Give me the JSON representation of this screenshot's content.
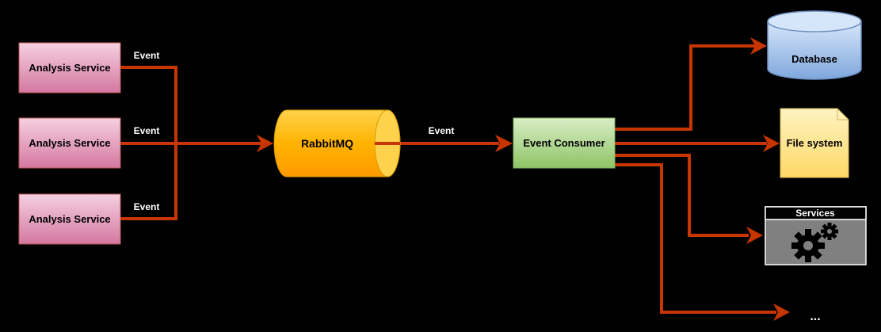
{
  "producers": [
    {
      "label": "Analysis Service",
      "edge_label": "Event"
    },
    {
      "label": "Analysis Service",
      "edge_label": "Event"
    },
    {
      "label": "Analysis Service",
      "edge_label": "Event"
    }
  ],
  "broker": {
    "label": "RabbitMQ",
    "edge_label": "Event"
  },
  "consumer": {
    "label": "Event Consumer"
  },
  "targets": {
    "database": "Database",
    "file_system": "File system",
    "services": "Services",
    "more": "..."
  },
  "colors": {
    "background": "#000000",
    "arrow": "#C73500",
    "producer_fill_top": "#F6D0E1",
    "producer_fill_bottom": "#D478A1",
    "broker_fill": "#FFB300",
    "consumer_fill_top": "#D8EDC6",
    "consumer_fill_bottom": "#8FC466",
    "database_fill": "#A9C4EB",
    "file_fill": "#FFE17A",
    "services_fill": "#808080"
  }
}
